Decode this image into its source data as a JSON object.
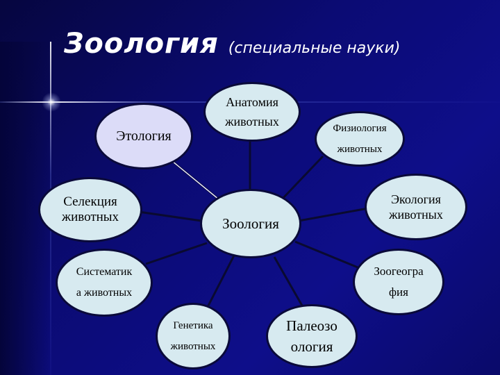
{
  "slide": {
    "title": "Зоология",
    "subtitle": "(специальные науки)"
  },
  "center": {
    "line1": "Зоология"
  },
  "nodes": {
    "ethology": {
      "line1": "Этология"
    },
    "anatomy": {
      "line1": "Анатомия",
      "line2": "животных"
    },
    "physiology": {
      "line1": "Физиология",
      "line2": "животных"
    },
    "selection": {
      "line1": "Селекция",
      "line2": "животных"
    },
    "ecology": {
      "line1": "Экология",
      "line2": "животных"
    },
    "systematics": {
      "line1": "Систематик",
      "line2": "а животных"
    },
    "zoogeography": {
      "line1": "Зоогеогра",
      "line2": "фия"
    },
    "genetics": {
      "line1": "Генетика",
      "line2": "животных"
    },
    "paleozoology": {
      "line1": "Палеозо",
      "line2": "ология"
    }
  },
  "colors": {
    "background": "#0b0b74",
    "node_fill": "#d7eaf0",
    "ethology_fill": "#dcdcf8",
    "connector": "#0a0a30"
  }
}
